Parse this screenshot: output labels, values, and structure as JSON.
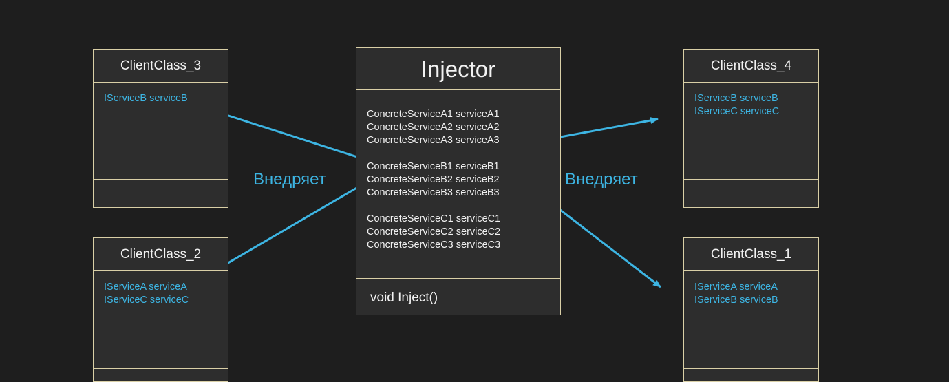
{
  "injector": {
    "title": "Injector",
    "fields": [
      [
        "ConcreteServiceA1 serviceA1",
        "ConcreteServiceA2 serviceA2",
        "ConcreteServiceA3 serviceA3"
      ],
      [
        "ConcreteServiceB1 serviceB1",
        "ConcreteServiceB2 serviceB2",
        "ConcreteServiceB3 serviceB3"
      ],
      [
        "ConcreteServiceC1 serviceC1",
        "ConcreteServiceC2 serviceC2",
        "ConcreteServiceC3 serviceC3"
      ]
    ],
    "method": "void Inject()"
  },
  "clients": {
    "c3": {
      "title": "ClientClass_3",
      "fields": [
        "IServiceB serviceB"
      ]
    },
    "c4": {
      "title": "ClientClass_4",
      "fields": [
        "IServiceB serviceB",
        "IServiceC serviceC"
      ]
    },
    "c2": {
      "title": "ClientClass_2",
      "fields": [
        "IServiceA serviceA",
        "IServiceC serviceC"
      ]
    },
    "c1": {
      "title": "ClientClass_1",
      "fields": [
        "IServiceA serviceA",
        "IServiceB serviceB"
      ]
    }
  },
  "labels": {
    "left": "Внедряет",
    "right": "Внедряет"
  },
  "colors": {
    "background": "#1e1e1e",
    "box_fill": "#2d2d2d",
    "border": "#d9cfa6",
    "accent": "#3db5e3",
    "text": "#f0f0f0"
  }
}
